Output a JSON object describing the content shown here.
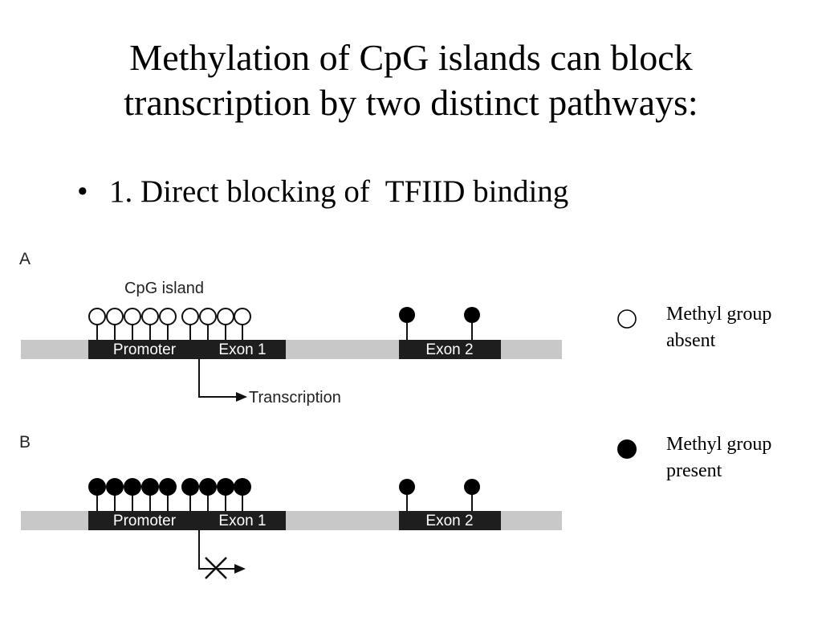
{
  "title": {
    "line1": "Methylation of CpG islands can block",
    "line2": "transcription by two distinct pathways:"
  },
  "bullet": {
    "marker": "•",
    "text": "1. Direct blocking of  TFIID binding"
  },
  "panel_a": {
    "letter": "A",
    "cpg_label": "CpG island",
    "promoter_label": "Promoter",
    "exon1_label": "Exon 1",
    "exon2_label": "Exon 2",
    "transcription_label": "Transcription"
  },
  "panel_b": {
    "letter": "B",
    "promoter_label": "Promoter",
    "exon1_label": "Exon 1",
    "exon2_label": "Exon 2"
  },
  "legend": {
    "absent_line1": "Methyl group",
    "absent_line2": "absent",
    "present_line1": "Methyl group",
    "present_line2": "present"
  },
  "colors": {
    "dna_strand": "#c8c8c8",
    "region_box": "#1e1e1e",
    "region_text": "#ffffff",
    "methyl_filled": "#000000",
    "methyl_empty": "#ffffff"
  }
}
